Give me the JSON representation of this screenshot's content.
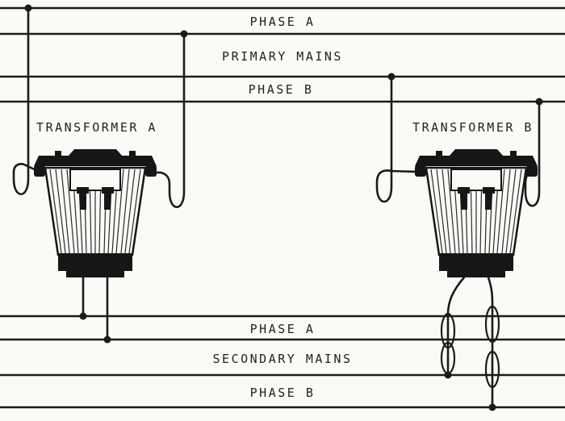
{
  "labels": {
    "primary": {
      "phase_a": "PHASE A",
      "mains": "PRIMARY MAINS",
      "phase_b": "PHASE B"
    },
    "secondary": {
      "phase_a": "PHASE A",
      "mains": "SECONDARY MAINS",
      "phase_b": "PHASE B"
    },
    "transformer_a": "TRANSFORMER A",
    "transformer_b": "TRANSFORMER B"
  },
  "colors": {
    "ink": "#1b1b1b",
    "background": "#fbfaf7"
  }
}
